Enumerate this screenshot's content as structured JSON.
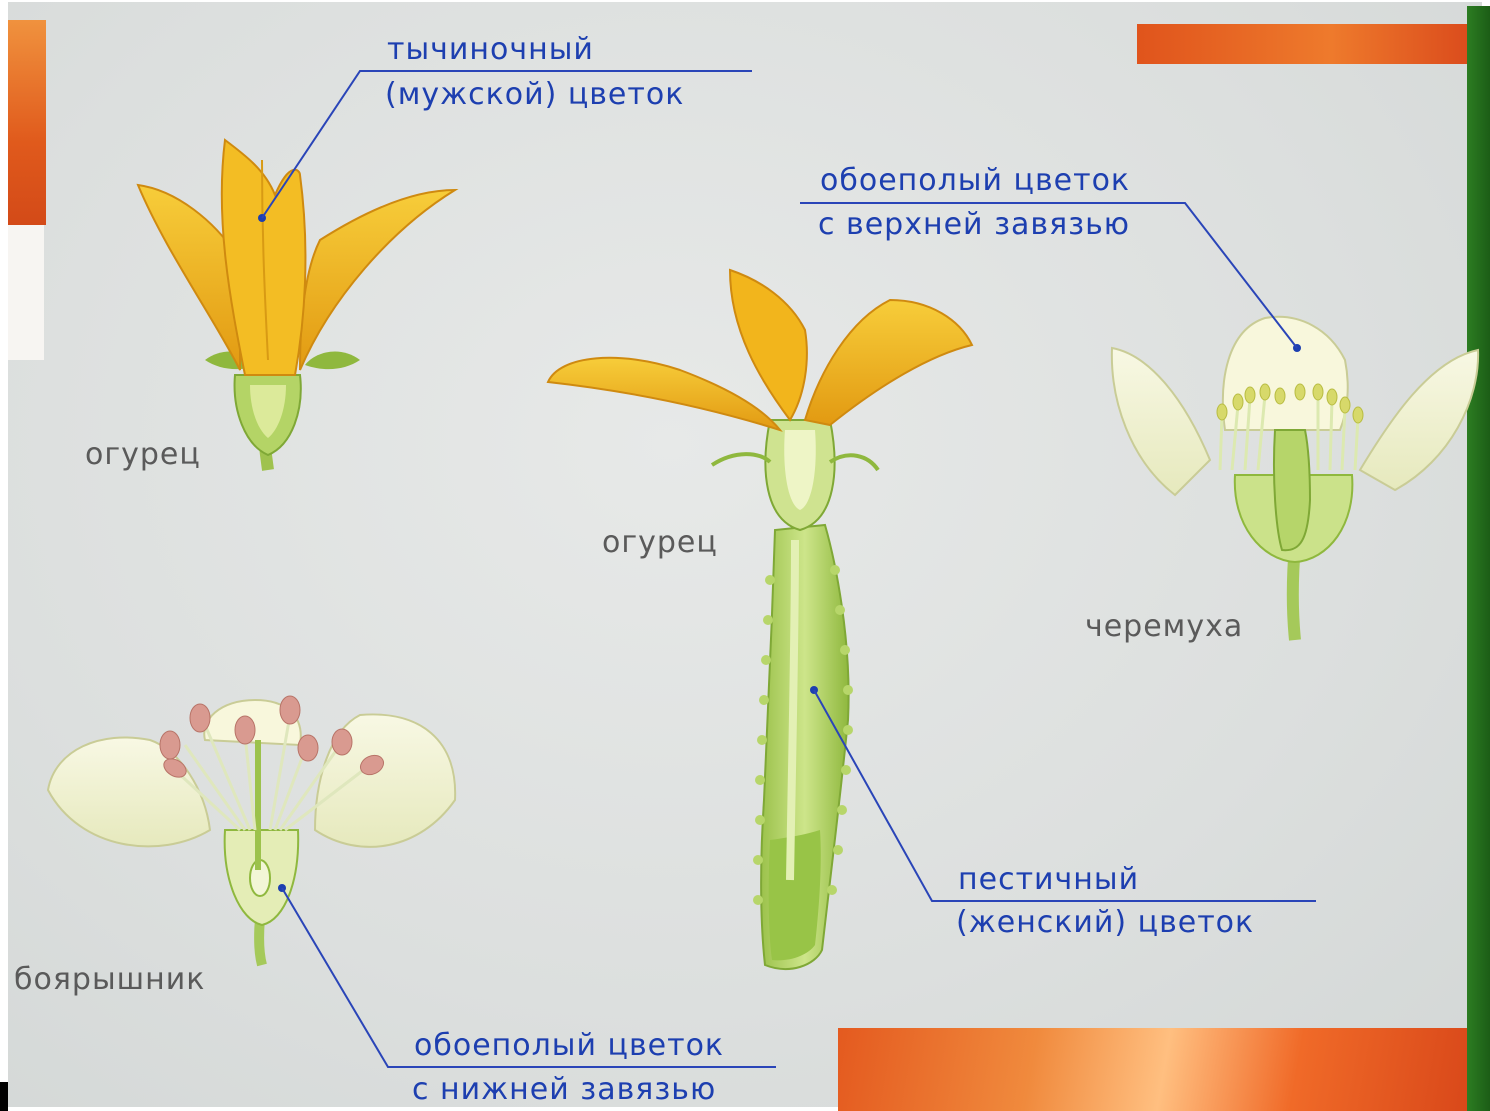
{
  "labels": {
    "staminate_line1": "тычиночный",
    "staminate_line2": "(мужской) цветок",
    "bisexual_upper_line1": "обоеполый цветок",
    "bisexual_upper_line2": "с верхней завязью",
    "pistillate_line1": "пестичный",
    "pistillate_line2": "(женский) цветок",
    "bisexual_lower_line1": "обоеполый цветок",
    "bisexual_lower_line2": "с нижней завязью"
  },
  "plants": {
    "cucumber_male": "огурец",
    "cucumber_female": "огурец",
    "bird_cherry": "черемуха",
    "hawthorn": "боярышник"
  },
  "colors": {
    "label_blue": "#1d3fb0",
    "leader_line": "#2a45b8",
    "plant_label_gray": "#5a5a5a",
    "petal_yellow": "#f2b51c",
    "stem_green": "#a9cd5a",
    "petal_cream": "#f1f1cf",
    "anther_pink": "#d99a90",
    "accent_orange": "#e8622a",
    "accent_green": "#2c7d22"
  }
}
